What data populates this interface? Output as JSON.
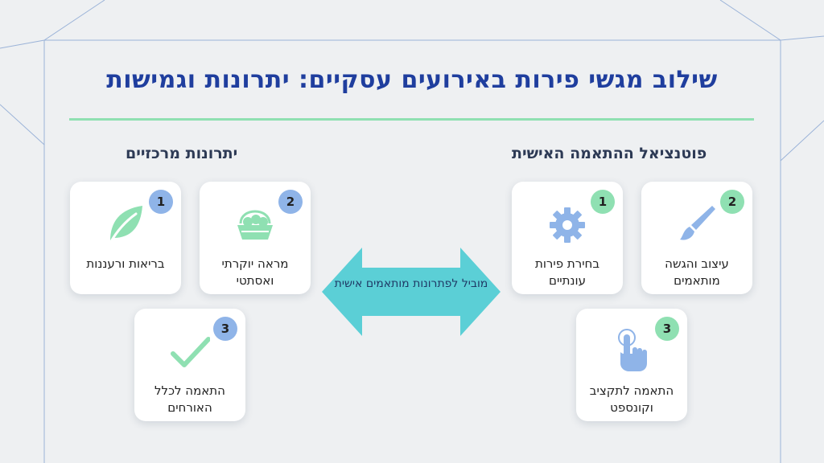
{
  "title": "שילוב מגשי פירות באירועים עסקיים: יתרונות וגמישות",
  "colors": {
    "title": "#1f3e9e",
    "accent_green": "#8fe0b2",
    "accent_blue": "#8fb4e8",
    "arrow": "#5bcfd6",
    "icon_green": "#8fe0b2",
    "icon_blue": "#8fb4e8"
  },
  "left_section": {
    "heading": "יתרונות מרכזיים",
    "cards": [
      {
        "number": "1",
        "label": "בריאות ורעננות",
        "icon": "leaf-icon"
      },
      {
        "number": "2",
        "label": "מראה יוקרתי ואסתטי",
        "icon": "fruit-basket-icon"
      },
      {
        "number": "3",
        "label": "התאמה לכלל האורחים",
        "icon": "checkmark-icon"
      }
    ]
  },
  "center": {
    "text": "מוביל לפתרונות מותאמים אישית",
    "icon": "double-arrow-icon"
  },
  "right_section": {
    "heading": "פוטנציאל ההתאמה האישית",
    "cards": [
      {
        "number": "1",
        "label": "בחירת פירות עונתיים",
        "icon": "gear-icon"
      },
      {
        "number": "2",
        "label": "עיצוב והגשה מותאמים",
        "icon": "paintbrush-icon"
      },
      {
        "number": "3",
        "label": "התאמה לתקציב וקונספט",
        "icon": "pointing-hand-icon"
      }
    ]
  }
}
